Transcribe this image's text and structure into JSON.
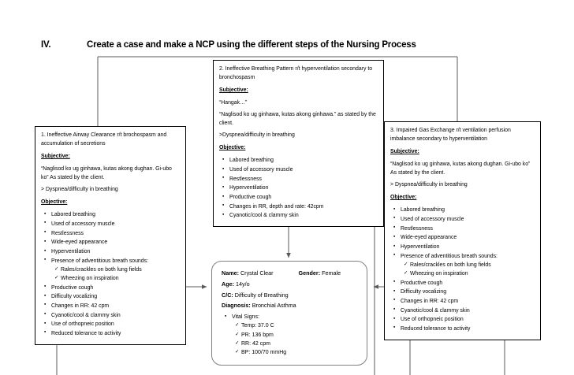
{
  "document": {
    "heading_numeral": "IV.",
    "heading_text": "Create a case and make a NCP using the different steps of the Nursing Process"
  },
  "labels": {
    "subjective": "Subjective:",
    "objective": "Objective:"
  },
  "diagnoses": [
    {
      "id": "ineffective-airway-clearance",
      "title": "1. Ineffective Airway Clearance r/t brochospasm and accumulation of secretions",
      "subjective": [
        "“Naglisod ko ug ginhawa, kutas akong dughan. Gi-ubo ko” As stated by the client.",
        "> Dyspnea/difficulty in breathing"
      ],
      "objective": [
        "Labored breathing",
        "Used of accessory muscle",
        "Restlessness",
        "Wide-eyed appearance",
        "Hyperventilation",
        "Presence of adventitious breath sounds:",
        "Productive cough",
        "Difficulty vocalizing",
        "Changes in RR: 42 cpm",
        "Cyanotic/cool & clammy skin",
        "Use of orthopneic position",
        "Reduced tolerance to activity"
      ],
      "breath_sounds": [
        "Rales/crackles on both lung fields",
        "Wheezing on inspiration"
      ]
    },
    {
      "id": "ineffective-breathing-pattern",
      "title": "2. Ineffective Breathing Pattern r/t hyperventilation secondary to bronchospasm",
      "subjective": [
        "“Hangak…”",
        "“Naglisod ko ug ginhawa, kutas akong ginhawa.” as stated by the client.",
        ">Dyspnea/difficulty in breathing"
      ],
      "objective": [
        "Labored breathing",
        "Used of accessory muscle",
        "Restlessness",
        "Hyperventilation",
        "Productive cough",
        "Changes in RR, depth and rate: 42cpm",
        "Cyanotic/cool & clammy skin"
      ],
      "breath_sounds": []
    },
    {
      "id": "impaired-gas-exchange",
      "title": "3. Impaired Gas Exchange r/t ventilation perfusion imbalance secondary to hyperventilation",
      "subjective": [
        "“Naglisod ko ug ginhawa, kutas akong dughan. Gi-ubo ko” As stated by the client.",
        "> Dyspnea/difficulty in breathing"
      ],
      "objective": [
        "Labored breathing",
        "Used of accessory muscle",
        "Restlessness",
        "Wide-eyed appearance",
        "Hyperventilation",
        "Presence of adventitious breath sounds:",
        "Productive cough",
        "Difficulty vocalizing",
        "Changes in RR: 42 cpm",
        "Cyanotic/cool & clammy skin",
        "Use of orthopneic position",
        "Reduced tolerance to activity"
      ],
      "breath_sounds": [
        "Rales/crackles on both lung fields",
        "Wheezing on inspiration"
      ]
    }
  ],
  "patient": {
    "name_label": "Name:",
    "name_value": "Crystal Clear",
    "gender_label": "Gender:",
    "gender_value": "Female",
    "age_label": "Age:",
    "age_value": "14y/o",
    "cc_label": "C/C:",
    "cc_value": "Difficulty of Breathing",
    "diagnosis_label": "Diagnosis:",
    "diagnosis_value": "Bronchial Asthma",
    "vitals_label": "Vital Signs:",
    "vitals": [
      "Temp: 37.0 C",
      "PR: 136 bpm",
      "RR: 42 cpm",
      "BP: 100/70 mmHg"
    ]
  },
  "colors": {
    "box_border": "#000000",
    "card_border": "#808080",
    "connector": "#595959",
    "text": "#000000",
    "background": "#ffffff"
  }
}
